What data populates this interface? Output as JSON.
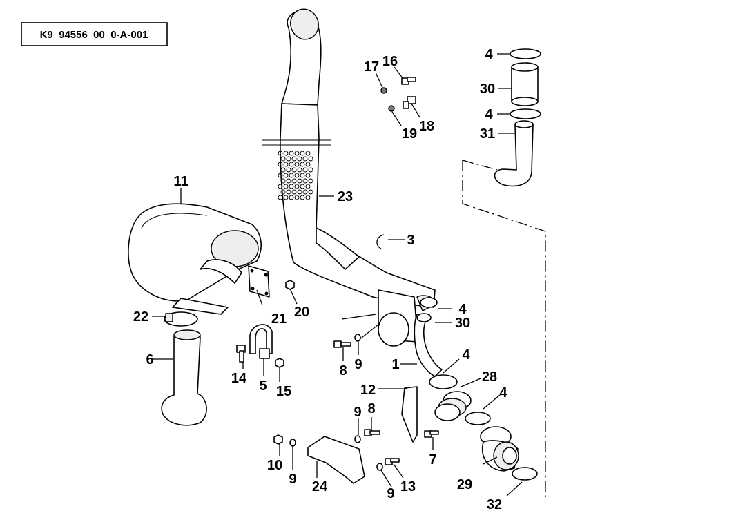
{
  "diagram": {
    "reference": "K9_94556_00_0-A-001",
    "callouts": {
      "c1": "1",
      "c3": "3",
      "c4a": "4",
      "c4b": "4",
      "c4c": "4",
      "c4d": "4",
      "c4e": "4",
      "c5": "5",
      "c6": "6",
      "c7": "7",
      "c8a": "8",
      "c8b": "8",
      "c9a": "9",
      "c9b": "9",
      "c9c": "9",
      "c9d": "9",
      "c10": "10",
      "c11": "11",
      "c12": "12",
      "c13": "13",
      "c14": "14",
      "c15": "15",
      "c16": "16",
      "c17": "17",
      "c18": "18",
      "c19": "19",
      "c20": "20",
      "c21": "21",
      "c22": "22",
      "c23": "23",
      "c24": "24",
      "c28": "28",
      "c29": "29",
      "c30a": "30",
      "c30b": "30",
      "c31": "31",
      "c32": "32"
    }
  }
}
